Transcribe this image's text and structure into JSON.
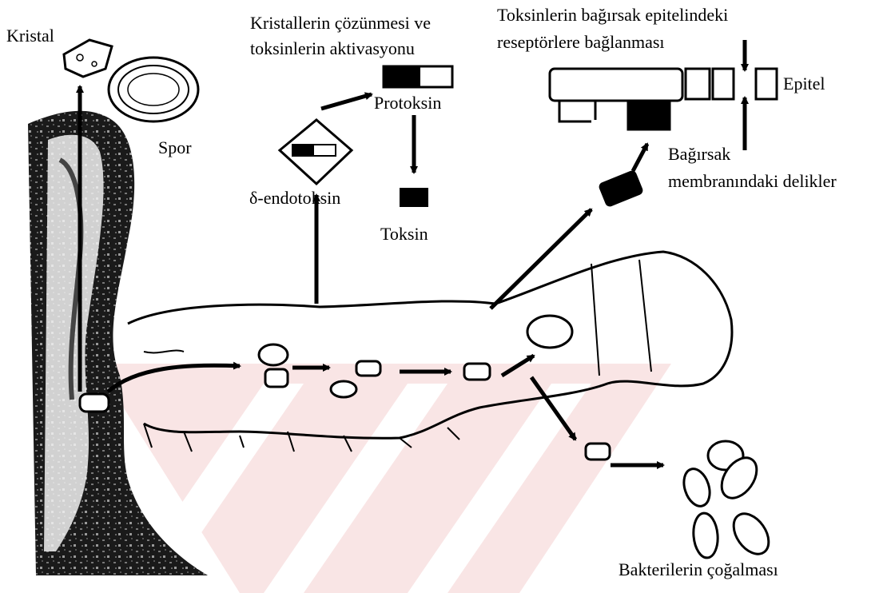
{
  "labels": {
    "kristal": "Kristal",
    "spor": "Spor",
    "cozunme_line1": "Kristallerin çözünmesi ve",
    "cozunme_line2": "toksinlerin aktivasyonu",
    "protoksin": "Protoksin",
    "endotoksin": "δ-endotoksin",
    "toksin": "Toksin",
    "baglanma_line1": "Toksinlerin bağırsak epitelindeki",
    "baglanma_line2": "reseptörlere bağlanması",
    "epitel": "Epitel",
    "delikler_line1": "Bağırsak",
    "delikler_line2": "membranındaki delikler",
    "cogalma": "Bakterilerin çoğalması"
  },
  "colors": {
    "ink": "#000000",
    "paper": "#ffffff",
    "watermark": "#f4d3d3"
  }
}
